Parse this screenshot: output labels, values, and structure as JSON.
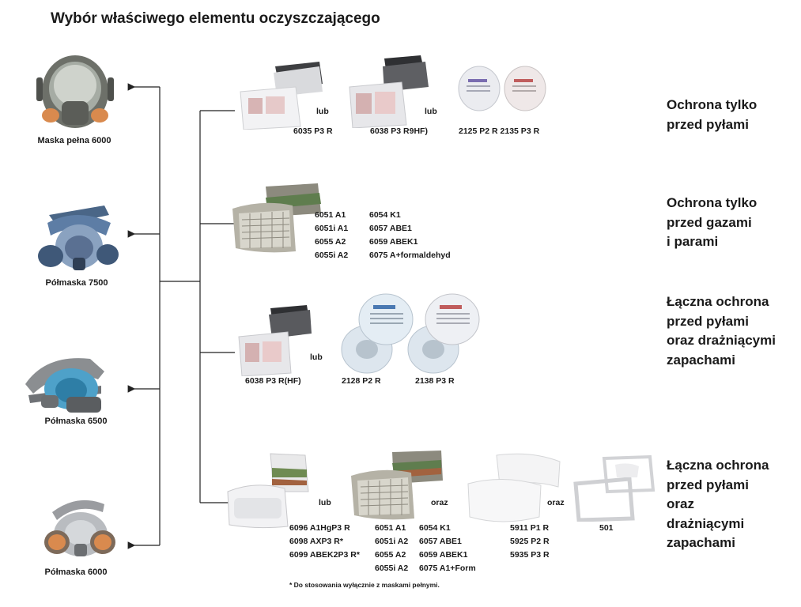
{
  "title": "Wybór właściwego elementu oczyszczającego",
  "masks": [
    {
      "label": "Maska pełna 6000"
    },
    {
      "label": "Półmaska 7500"
    },
    {
      "label": "Półmaska 6500"
    },
    {
      "label": "Półmaska 6000"
    }
  ],
  "rows": {
    "dust": {
      "category": [
        "Ochrona tylko",
        "przed pyłami"
      ],
      "conj": [
        "lub",
        "lub"
      ],
      "codes": [
        "6035 P3 R",
        "6038 P3 R9HF)",
        "2125 P2 R 2135 P3 R"
      ]
    },
    "gas": {
      "category": [
        "Ochrona tylko",
        "przed gazami",
        "i parami"
      ],
      "codes_left": [
        "6051 A1",
        "6051i A1",
        "6055 A2",
        "6055i A2"
      ],
      "codes_right": [
        "6054 K1",
        "6057 ABE1",
        "6059 ABEK1",
        "6075 A+formaldehyd"
      ]
    },
    "dust_odor": {
      "category": [
        "Łączna ochrona",
        "przed pyłami",
        "oraz drażniącymi",
        "zapachami"
      ],
      "conj": [
        "lub"
      ],
      "codes": [
        "6038 P3 R(HF)",
        "2128 P2 R",
        "2138 P3 R"
      ]
    },
    "combined": {
      "category": [
        "Łączna ochrona",
        "przed pyłami",
        "oraz",
        "drażniącymi",
        "zapachami"
      ],
      "conj": [
        "lub",
        "oraz",
        "oraz"
      ],
      "codes_a": [
        "6096 A1HgP3 R",
        "6098 AXP3 R*",
        "6099 ABEK2P3 R*"
      ],
      "codes_b": [
        "6051 A1",
        "6051i A2",
        "6055 A2",
        "6055i A2"
      ],
      "codes_c": [
        "6054 K1",
        "6057 ABE1",
        "6059 ABEK1",
        "6075 A1+Form"
      ],
      "codes_d": [
        "5911 P1 R",
        "5925 P2 R",
        "5935 P3 R"
      ],
      "codes_e": [
        "501"
      ]
    }
  },
  "footnote": "* Do stosowania wyłącznie z maskami pełnymi."
}
